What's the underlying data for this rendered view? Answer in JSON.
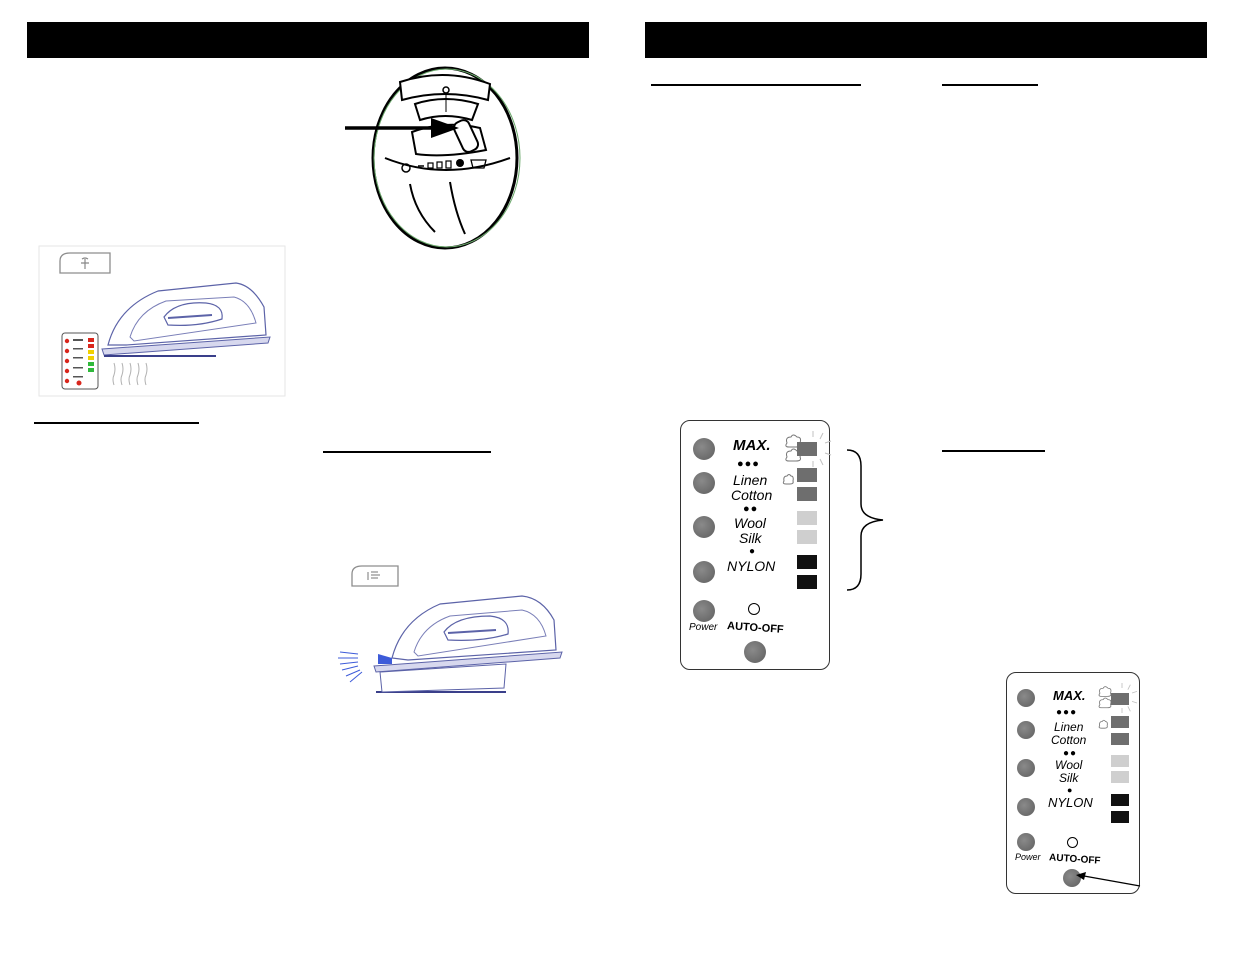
{
  "panel_large": {
    "max_label": "MAX.",
    "linen_dots": "●●●",
    "linen_label": "Linen",
    "cotton_label": "Cotton",
    "wool_dots": "●●",
    "wool_label": "Wool",
    "silk_label": "Silk",
    "nylon_dot": "●",
    "nylon_label": "NYLON",
    "power_label": "Power",
    "auto_off_label": "AUTO-OFF"
  },
  "panel_small": {
    "max_label": "MAX.",
    "linen_dots": "●●●",
    "linen_label": "Linen",
    "cotton_label": "Cotton",
    "wool_dots": "●●",
    "wool_label": "Wool",
    "silk_label": "Silk",
    "nylon_dot": "●",
    "nylon_label": "NYLON",
    "power_label": "Power",
    "auto_off_label": "AUTO-OFF"
  },
  "colors": {
    "header": "#000000",
    "swatch_dark": "#6e6e6e",
    "swatch_light": "#cfcfcf",
    "swatch_black": "#111111",
    "button": "#6a6a6a",
    "led_red": "#d9261c",
    "led_yellow": "#f0d000",
    "led_green": "#2fb83b",
    "spray_blue": "#3d5bd9"
  },
  "icons": {
    "steam_button": "steam-burst-icon",
    "spray_button": "spray-mist-icon",
    "steam_symbol": "steam-cloud-icon"
  }
}
